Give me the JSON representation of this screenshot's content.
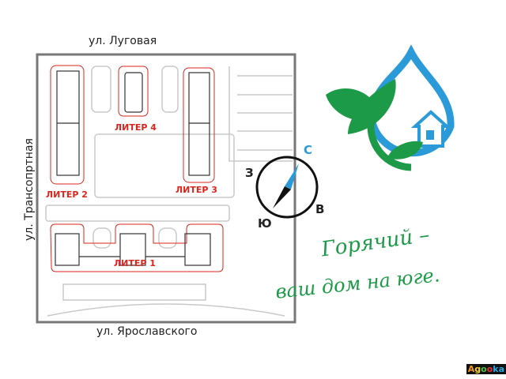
{
  "streets": {
    "top": "ул. Луговая",
    "bottom": "ул. Ярославского",
    "left": "ул. Трансопртная"
  },
  "buildings": [
    {
      "label": "ЛИТЕР 1"
    },
    {
      "label": "ЛИТЕР 2"
    },
    {
      "label": "ЛИТЕР 3"
    },
    {
      "label": "ЛИТЕР 4"
    }
  ],
  "compass": {
    "north": "С",
    "west": "З",
    "south": "Ю",
    "east": "В"
  },
  "slogan": {
    "line1": "Горячий –",
    "line2": "ваш дом на юге."
  },
  "watermark": [
    "A",
    "g",
    "o",
    "o",
    "ka"
  ],
  "colors": {
    "accent_red": "#d8261f",
    "brand_green": "#1d9a48",
    "brand_blue": "#2a9ad8"
  }
}
